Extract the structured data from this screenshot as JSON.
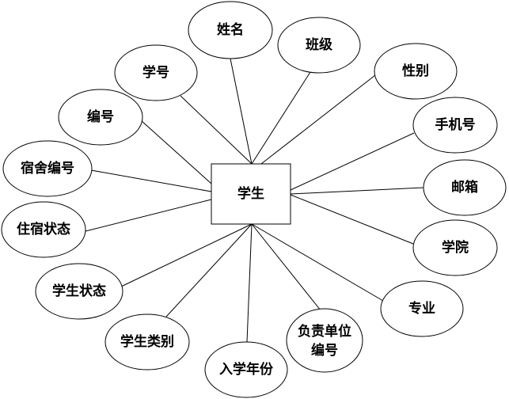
{
  "entity": {
    "label": "学生"
  },
  "attributes": {
    "name": "姓名",
    "class": "班级",
    "student_no": "学号",
    "gender": "性别",
    "id": "编号",
    "phone": "手机号",
    "dorm_id": "宿舍编号",
    "email": "邮箱",
    "residence_status": "住宿状态",
    "college": "学院",
    "student_status": "学生状态",
    "major": "专业",
    "student_type": "学生类别",
    "unit_id_line1": "负责单位",
    "unit_id_line2": "编号",
    "enroll_year": "入学年份"
  }
}
